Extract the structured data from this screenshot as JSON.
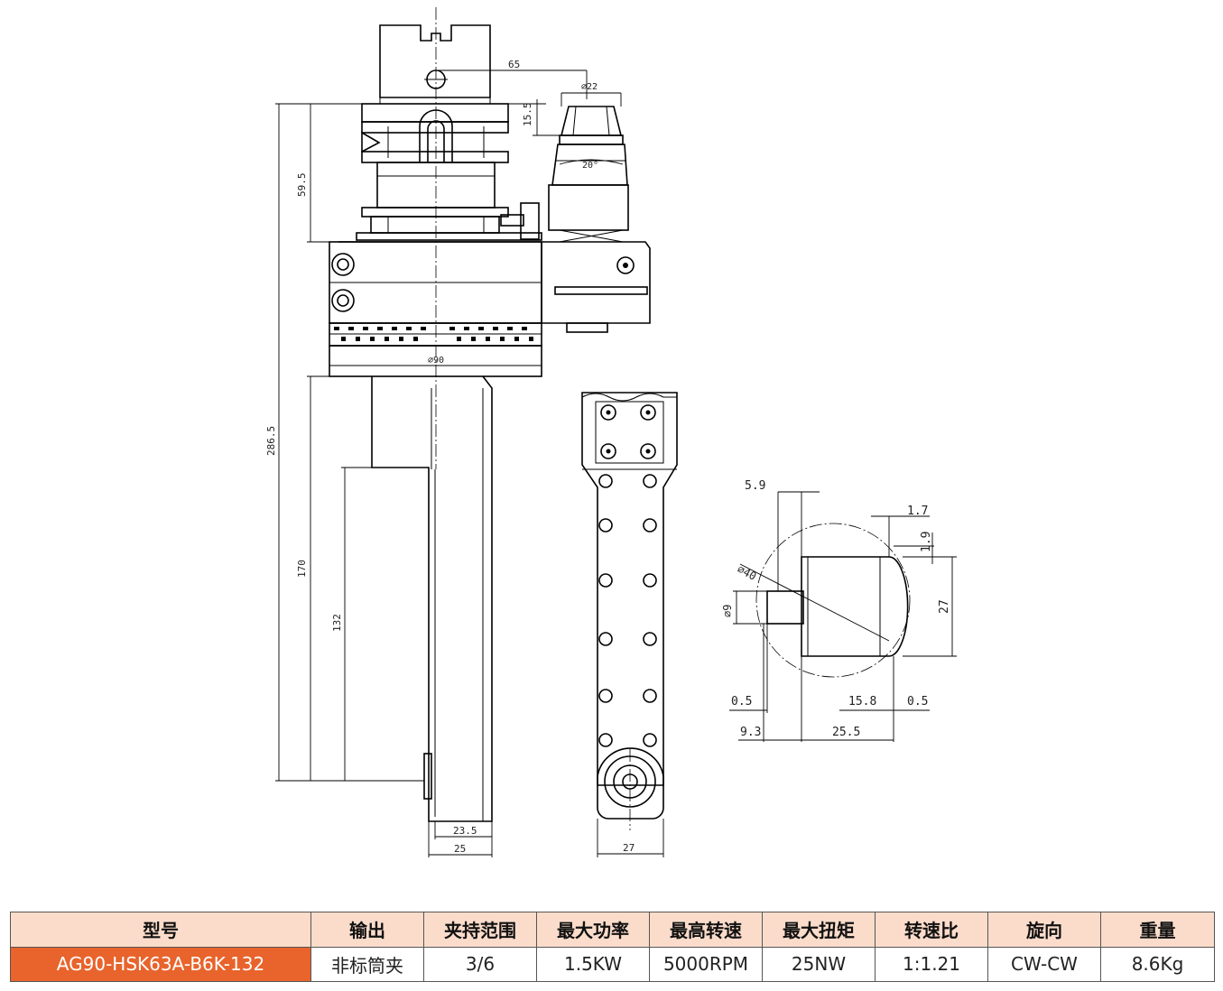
{
  "drawing": {
    "dimensions": {
      "d65": "65",
      "d22": "⌀22",
      "d15_5": "15.5",
      "d20deg": "20°",
      "d59_5": "59.5",
      "d90": "⌀90",
      "d286_5": "286.5",
      "d170": "170",
      "d132": "132",
      "d23_5": "23.5",
      "d25": "25",
      "d27a": "27",
      "d5_9": "5.9",
      "d1_7": "1.7",
      "d1_9": "1.9",
      "d40": "⌀40",
      "d9": "⌀9",
      "d27b": "27",
      "d0_5a": "0.5",
      "d15_8": "15.8",
      "d0_5b": "0.5",
      "d9_3": "9.3",
      "d25_5": "25.5"
    }
  },
  "spec_table": {
    "headers": [
      "型号",
      "输出",
      "夹持范围",
      "最大功率",
      "最高转速",
      "最大扭矩",
      "转速比",
      "旋向",
      "重量"
    ],
    "row": [
      "AG90-HSK63A-B6K-132",
      "非标筒夹",
      "3/6",
      "1.5KW",
      "5000RPM",
      "25NW",
      "1:1.21",
      "CW-CW",
      "8.6Kg"
    ],
    "model_color": "#e8642c",
    "header_color": "#fbdccb"
  }
}
